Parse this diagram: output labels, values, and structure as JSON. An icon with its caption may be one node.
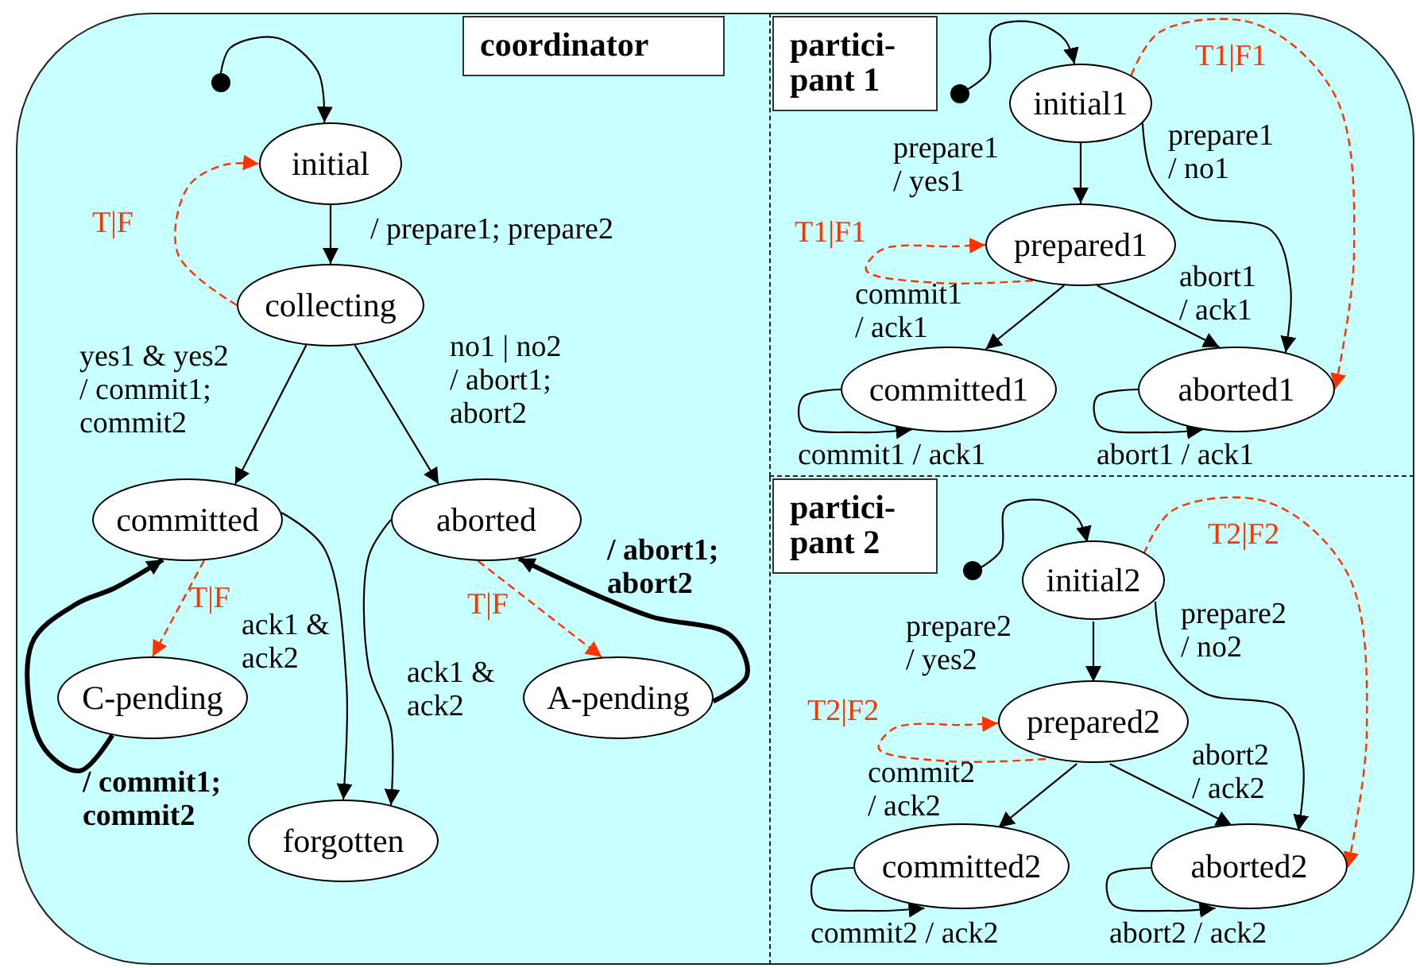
{
  "diagram": {
    "nodes": [
      {
        "text": [
          "coordinator"
        ]
      },
      {
        "text": [],
        "shape": "circle",
        "in": 0
      },
      {
        "text": [
          "initial"
        ],
        "in": 0
      },
      {
        "text": [
          "collecting"
        ],
        "in": 0
      },
      {
        "text": [
          "committed"
        ],
        "in": 0
      },
      {
        "text": [
          "aborted"
        ],
        "in": 0
      },
      {
        "text": [
          "C-pending"
        ],
        "in": 0
      },
      {
        "text": [
          "A-pending"
        ],
        "in": 0
      },
      {
        "text": [
          "forgotten"
        ],
        "in": 0
      },
      {
        "text": [
          "partici- pant 1"
        ]
      },
      {
        "text": [],
        "shape": "circle",
        "in": 9
      },
      {
        "text": [
          "initial1"
        ],
        "in": 9
      },
      {
        "text": [
          "prepared1"
        ],
        "in": 9
      },
      {
        "text": [
          "committed1"
        ],
        "in": 9
      },
      {
        "text": [
          "aborted1"
        ],
        "in": 9
      },
      {
        "text": [
          "partici- pant 2"
        ]
      },
      {
        "text": [],
        "shape": "circle",
        "in": 15
      },
      {
        "text": [
          "initial2"
        ],
        "in": 15
      },
      {
        "text": [
          "prepared2"
        ],
        "in": 15
      },
      {
        "text": [
          "committed2"
        ],
        "in": 15
      },
      {
        "text": [
          "aborted2"
        ],
        "in": 15
      }
    ],
    "edges": [
      {
        "from": 1,
        "to": 2,
        "arrow": "to"
      },
      {
        "from": 2,
        "to": 3,
        "arrow": "to",
        "label": "/ prepare1; prepare2"
      },
      {
        "from": 3,
        "to": 2,
        "arrow": "to",
        "label": "T|F",
        "style": "dashed",
        "color": "#ff3300"
      },
      {
        "from": 3,
        "to": 4,
        "arrow": "to",
        "label": "yes1 & yes2 / commit1; commit2"
      },
      {
        "from": 3,
        "to": 5,
        "arrow": "to",
        "label": "no1 | no2 / abort1; abort2"
      },
      {
        "from": 4,
        "to": 6,
        "arrow": "to",
        "label": "T|F",
        "style": "dashed",
        "color": "#ff3300"
      },
      {
        "from": 6,
        "to": 4,
        "arrow": "to",
        "label": "/ commit1; commit2",
        "style": "thick"
      },
      {
        "from": 4,
        "to": 8,
        "arrow": "to",
        "label": "ack1 & ack2"
      },
      {
        "from": 5,
        "to": 7,
        "arrow": "to",
        "label": "T|F",
        "style": "dashed",
        "color": "#ff3300"
      },
      {
        "from": 7,
        "to": 5,
        "arrow": "to",
        "label": "/ abort1; abort2",
        "style": "thick"
      },
      {
        "from": 5,
        "to": 8,
        "arrow": "to",
        "label": "ack1 & ack2"
      },
      {
        "from": 10,
        "to": 11,
        "arrow": "to"
      },
      {
        "from": 11,
        "to": 12,
        "arrow": "to",
        "label": "prepare1 / yes1"
      },
      {
        "from": 11,
        "to": 14,
        "arrow": "to",
        "label": "prepare1 / no1"
      },
      {
        "from": 11,
        "to": 14,
        "arrow": "to",
        "label": "T1|F1",
        "style": "dashed",
        "color": "#ff3300"
      },
      {
        "from": 12,
        "to": 12,
        "arrow": "to",
        "label": "T1|F1",
        "style": "dashed",
        "color": "#ff3300"
      },
      {
        "from": 12,
        "to": 13,
        "arrow": "to",
        "label": "commit1 / ack1"
      },
      {
        "from": 12,
        "to": 14,
        "arrow": "to",
        "label": "abort1 / ack1"
      },
      {
        "from": 13,
        "to": 13,
        "arrow": "to",
        "label": "commit1 / ack1"
      },
      {
        "from": 14,
        "to": 14,
        "arrow": "to",
        "label": "abort1 / ack1"
      },
      {
        "from": 16,
        "to": 17,
        "arrow": "to"
      },
      {
        "from": 17,
        "to": 18,
        "arrow": "to",
        "label": "prepare2 / yes2"
      },
      {
        "from": 17,
        "to": 20,
        "arrow": "to",
        "label": "prepare2 / no2"
      },
      {
        "from": 17,
        "to": 20,
        "arrow": "to",
        "label": "T2|F2",
        "style": "dashed",
        "color": "#ff3300"
      },
      {
        "from": 18,
        "to": 18,
        "arrow": "to",
        "label": "T2|F2",
        "style": "dashed",
        "color": "#ff3300"
      },
      {
        "from": 18,
        "to": 19,
        "arrow": "to",
        "label": "commit2 / ack2"
      },
      {
        "from": 18,
        "to": 20,
        "arrow": "to",
        "label": "abort2 / ack2"
      },
      {
        "from": 19,
        "to": 19,
        "arrow": "to",
        "label": "commit2 / ack2"
      },
      {
        "from": 20,
        "to": 20,
        "arrow": "to",
        "label": "abort2 / ack2"
      }
    ]
  }
}
